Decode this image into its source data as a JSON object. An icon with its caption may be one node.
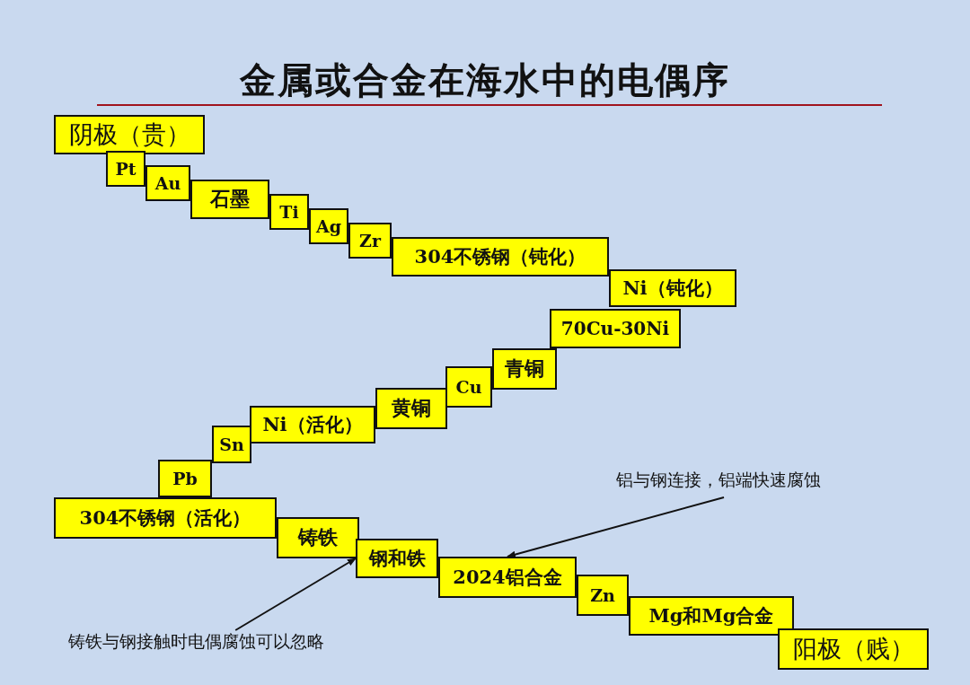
{
  "diagram": {
    "title": "金属或合金在海水中的电偶序",
    "nodes": [
      {
        "text": [
          "阴极（贵）"
        ]
      },
      {
        "text": [
          "Pt"
        ]
      },
      {
        "text": [
          "Au"
        ]
      },
      {
        "text": [
          "石墨"
        ]
      },
      {
        "text": [
          "Ti"
        ]
      },
      {
        "text": [
          "Ag"
        ]
      },
      {
        "text": [
          "Zr"
        ]
      },
      {
        "text": [
          "304不锈钢（钝化）"
        ]
      },
      {
        "text": [
          "Ni（钝化）"
        ]
      },
      {
        "text": [
          "70Cu-30Ni"
        ]
      },
      {
        "text": [
          "青铜"
        ]
      },
      {
        "text": [
          "Cu"
        ]
      },
      {
        "text": [
          "黄铜"
        ]
      },
      {
        "text": [
          "Ni（活化）"
        ]
      },
      {
        "text": [
          "Sn"
        ]
      },
      {
        "text": [
          "Pb"
        ]
      },
      {
        "text": [
          "304不锈钢（活化）"
        ]
      },
      {
        "text": [
          "铸铁"
        ]
      },
      {
        "text": [
          "钢和铁"
        ]
      },
      {
        "text": [
          "2024铝合金"
        ]
      },
      {
        "text": [
          "Zn"
        ]
      },
      {
        "text": [
          "Mg和Mg合金"
        ]
      },
      {
        "text": [
          "阳极（贱）"
        ]
      },
      {
        "text": [
          "铝与钢连接，铝端快速腐蚀"
        ]
      },
      {
        "text": [
          "铸铁与钢接触时电偶腐蚀可以忽略"
        ]
      }
    ],
    "edges": [
      {
        "from": 23,
        "to": 19,
        "arrow": "to"
      },
      {
        "from": 24,
        "to": 18,
        "arrow": "to"
      }
    ]
  }
}
